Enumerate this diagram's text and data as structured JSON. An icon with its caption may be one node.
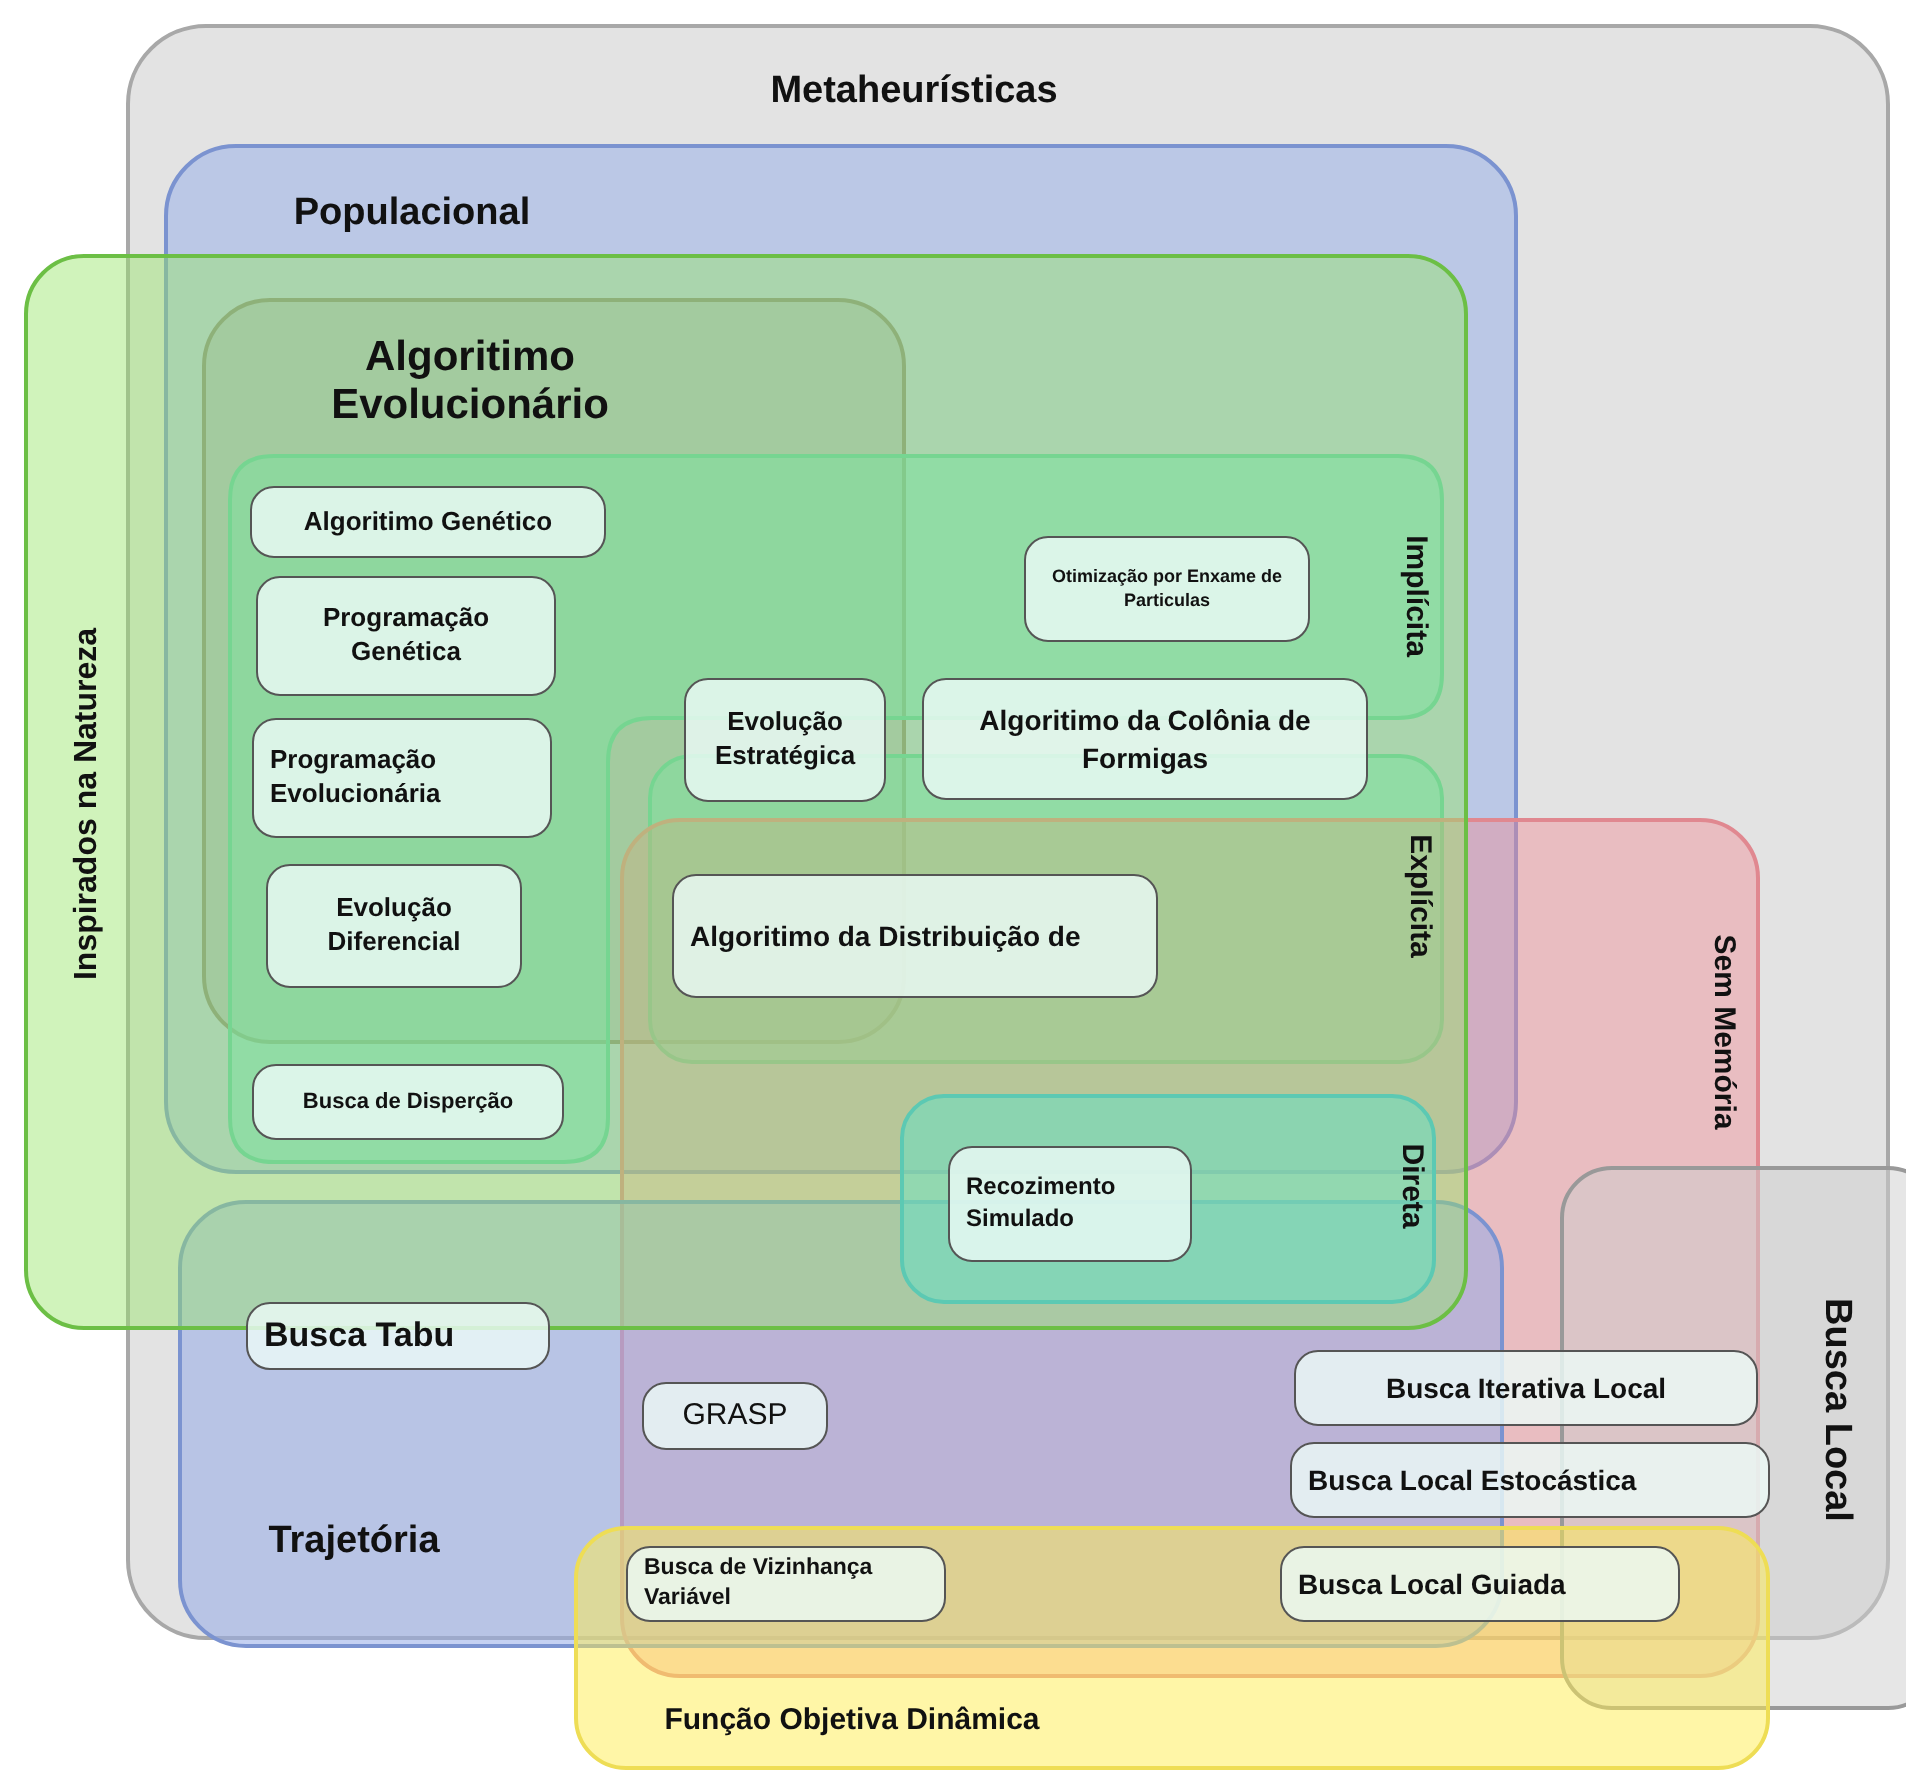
{
  "diagram": {
    "nodes": [
      {
        "text": [
          "Metaheurísticas"
        ]
      },
      {
        "text": [
          "Populacional"
        ],
        "in": 0
      },
      {
        "text": [
          "Inspirados na Natureza"
        ]
      },
      {
        "text": [
          "Algoritimo Evolucionário"
        ],
        "in": 1
      },
      {
        "text": [
          "Implícita"
        ],
        "in": 1
      },
      {
        "text": [
          "Explícita"
        ],
        "in": 1
      },
      {
        "text": [
          "Direta"
        ]
      },
      {
        "text": [
          "Sem Memória"
        ],
        "in": 0
      },
      {
        "text": [
          "Trajetória"
        ],
        "in": 0
      },
      {
        "text": [
          "Busca Local"
        ]
      },
      {
        "text": [
          "Função Objetiva Dinâmica"
        ]
      },
      {
        "text": [
          "Algoritimo Genético"
        ]
      },
      {
        "text": [
          "Programação Genética"
        ]
      },
      {
        "text": [
          "Programação Evolucionária"
        ]
      },
      {
        "text": [
          "Evolução Diferencial"
        ]
      },
      {
        "text": [
          "Evolução Estratégica"
        ],
        "in": 3
      },
      {
        "text": [
          "Otimização por Enxame de Particulas"
        ],
        "in": 4
      },
      {
        "text": [
          "Algoritimo da Colônia de Formigas"
        ],
        "in": 1
      },
      {
        "text": [
          "Algoritimo da Distribuição de"
        ]
      },
      {
        "text": [
          "Busca de Disperção"
        ],
        "in": 4
      },
      {
        "text": [
          "Recozimento Simulado"
        ],
        "in": 6
      },
      {
        "text": [
          "Busca Tabu"
        ],
        "in": 8
      },
      {
        "text": [
          "GRASP"
        ]
      },
      {
        "text": [
          "Busca Iterativa Local"
        ],
        "in": 7
      },
      {
        "text": [
          "Busca Local Estocástica"
        ],
        "in": 7
      },
      {
        "text": [
          "Busca de Vizinhança Variável"
        ]
      },
      {
        "text": [
          "Busca Local Guiada"
        ]
      }
    ],
    "edges": []
  }
}
